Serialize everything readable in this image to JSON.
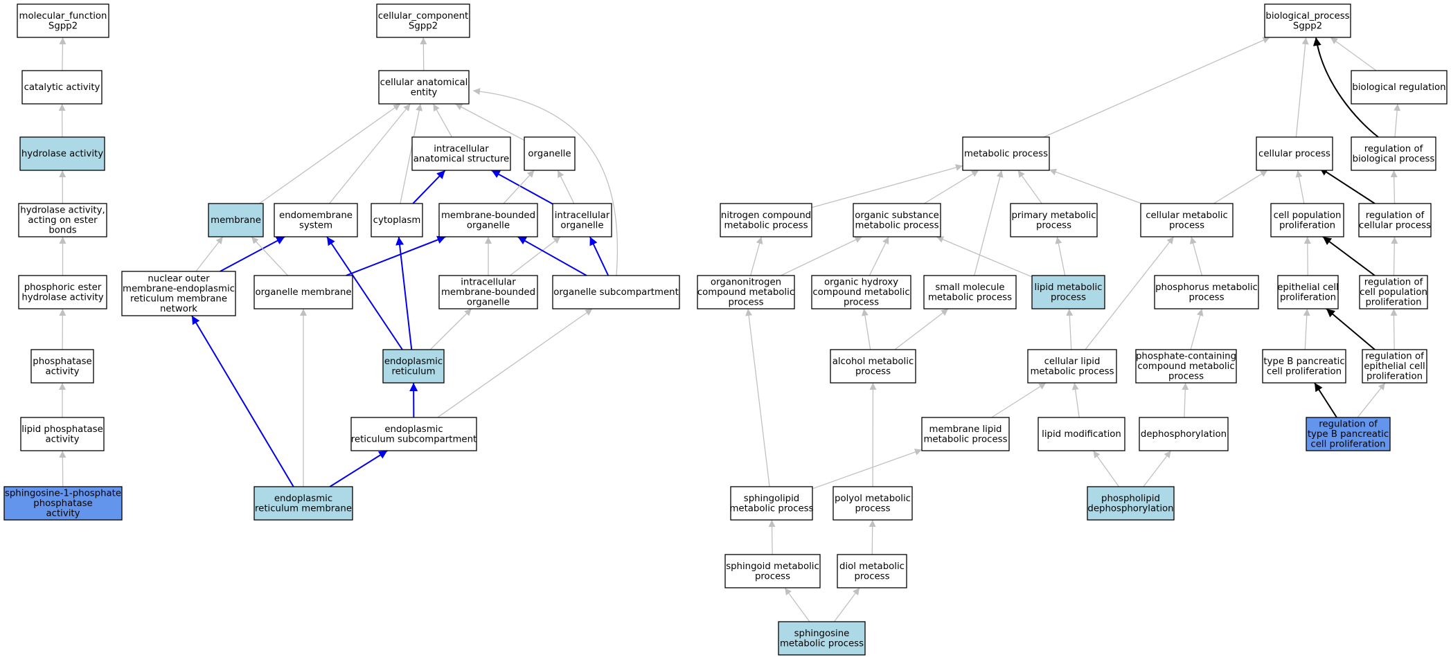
{
  "colors": {
    "edge_default": "#c0c0c0",
    "edge_blue": "#0000ee",
    "edge_black": "#000000",
    "fill_plain": "#ffffff",
    "fill_annotated": "#add8e6",
    "fill_query": "#6495ed"
  },
  "nodes": [
    {
      "id": "mf_root",
      "lines": [
        "molecular_function",
        "Sgpp2"
      ],
      "fill": "plain"
    },
    {
      "id": "catalytic",
      "lines": [
        "catalytic activity"
      ],
      "fill": "plain"
    },
    {
      "id": "hydrolase",
      "lines": [
        "hydrolase activity"
      ],
      "fill": "annotated"
    },
    {
      "id": "hydrolase_ester",
      "lines": [
        "hydrolase activity,",
        "acting on ester",
        "bonds"
      ],
      "fill": "plain"
    },
    {
      "id": "phosphoric_ester",
      "lines": [
        "phosphoric ester",
        "hydrolase activity"
      ],
      "fill": "plain"
    },
    {
      "id": "phosphatase",
      "lines": [
        "phosphatase",
        "activity"
      ],
      "fill": "plain"
    },
    {
      "id": "lipid_phosphatase",
      "lines": [
        "lipid phosphatase",
        "activity"
      ],
      "fill": "plain"
    },
    {
      "id": "s1p_phosphatase",
      "lines": [
        "sphingosine-1-phosphate",
        "phosphatase",
        "activity"
      ],
      "fill": "query"
    },
    {
      "id": "cc_root",
      "lines": [
        "cellular_component",
        "Sgpp2"
      ],
      "fill": "plain"
    },
    {
      "id": "cae",
      "lines": [
        "cellular anatomical",
        "entity"
      ],
      "fill": "plain"
    },
    {
      "id": "intracellular_as",
      "lines": [
        "intracellular",
        "anatomical structure"
      ],
      "fill": "plain"
    },
    {
      "id": "organelle",
      "lines": [
        "organelle"
      ],
      "fill": "plain"
    },
    {
      "id": "membrane",
      "lines": [
        "membrane"
      ],
      "fill": "annotated"
    },
    {
      "id": "endomembrane",
      "lines": [
        "endomembrane",
        "system"
      ],
      "fill": "plain"
    },
    {
      "id": "cytoplasm",
      "lines": [
        "cytoplasm"
      ],
      "fill": "plain"
    },
    {
      "id": "mb_organelle",
      "lines": [
        "membrane-bounded",
        "organelle"
      ],
      "fill": "plain"
    },
    {
      "id": "ic_organelle",
      "lines": [
        "intracellular",
        "organelle"
      ],
      "fill": "plain"
    },
    {
      "id": "nuclear_outer",
      "lines": [
        "nuclear outer",
        "membrane-endoplasmic",
        "reticulum membrane",
        "network"
      ],
      "fill": "plain"
    },
    {
      "id": "organelle_membrane",
      "lines": [
        "organelle membrane"
      ],
      "fill": "plain"
    },
    {
      "id": "ic_mb_organelle",
      "lines": [
        "intracellular",
        "membrane-bounded",
        "organelle"
      ],
      "fill": "plain"
    },
    {
      "id": "organelle_subcomp",
      "lines": [
        "organelle subcompartment"
      ],
      "fill": "plain"
    },
    {
      "id": "er",
      "lines": [
        "endoplasmic",
        "reticulum"
      ],
      "fill": "annotated"
    },
    {
      "id": "er_subcomp",
      "lines": [
        "endoplasmic",
        "reticulum subcompartment"
      ],
      "fill": "plain"
    },
    {
      "id": "er_membrane",
      "lines": [
        "endoplasmic",
        "reticulum membrane"
      ],
      "fill": "annotated"
    },
    {
      "id": "bp_root",
      "lines": [
        "biological_process",
        "Sgpp2"
      ],
      "fill": "plain"
    },
    {
      "id": "biological_regulation",
      "lines": [
        "biological regulation"
      ],
      "fill": "plain"
    },
    {
      "id": "metabolic",
      "lines": [
        "metabolic process"
      ],
      "fill": "plain"
    },
    {
      "id": "cellular_process",
      "lines": [
        "cellular process"
      ],
      "fill": "plain"
    },
    {
      "id": "reg_bio",
      "lines": [
        "regulation of",
        "biological process"
      ],
      "fill": "plain"
    },
    {
      "id": "nitrogen",
      "lines": [
        "nitrogen compound",
        "metabolic process"
      ],
      "fill": "plain"
    },
    {
      "id": "organic_substance",
      "lines": [
        "organic substance",
        "metabolic process"
      ],
      "fill": "plain"
    },
    {
      "id": "primary",
      "lines": [
        "primary metabolic",
        "process"
      ],
      "fill": "plain"
    },
    {
      "id": "cellular_metabolic",
      "lines": [
        "cellular metabolic",
        "process"
      ],
      "fill": "plain"
    },
    {
      "id": "cell_pop_prolif",
      "lines": [
        "cell population",
        "proliferation"
      ],
      "fill": "plain"
    },
    {
      "id": "reg_cellular",
      "lines": [
        "regulation of",
        "cellular process"
      ],
      "fill": "plain"
    },
    {
      "id": "organonitrogen",
      "lines": [
        "organonitrogen",
        "compound metabolic",
        "process"
      ],
      "fill": "plain"
    },
    {
      "id": "organic_hydroxy",
      "lines": [
        "organic hydroxy",
        "compound metabolic",
        "process"
      ],
      "fill": "plain"
    },
    {
      "id": "small_molecule",
      "lines": [
        "small molecule",
        "metabolic process"
      ],
      "fill": "plain"
    },
    {
      "id": "lipid_metabolic",
      "lines": [
        "lipid metabolic",
        "process"
      ],
      "fill": "annotated"
    },
    {
      "id": "phosphorus",
      "lines": [
        "phosphorus metabolic",
        "process"
      ],
      "fill": "plain"
    },
    {
      "id": "epithelial_prolif",
      "lines": [
        "epithelial cell",
        "proliferation"
      ],
      "fill": "plain"
    },
    {
      "id": "reg_cell_pop",
      "lines": [
        "regulation of",
        "cell population",
        "proliferation"
      ],
      "fill": "plain"
    },
    {
      "id": "alcohol",
      "lines": [
        "alcohol metabolic",
        "process"
      ],
      "fill": "plain"
    },
    {
      "id": "cellular_lipid",
      "lines": [
        "cellular lipid",
        "metabolic process"
      ],
      "fill": "plain"
    },
    {
      "id": "phosphate_containing",
      "lines": [
        "phosphate-containing",
        "compound metabolic",
        "process"
      ],
      "fill": "plain"
    },
    {
      "id": "typeb_prolif",
      "lines": [
        "type B pancreatic",
        "cell proliferation"
      ],
      "fill": "plain"
    },
    {
      "id": "reg_epithelial",
      "lines": [
        "regulation of",
        "epithelial cell",
        "proliferation"
      ],
      "fill": "plain"
    },
    {
      "id": "membrane_lipid",
      "lines": [
        "membrane lipid",
        "metabolic process"
      ],
      "fill": "plain"
    },
    {
      "id": "lipid_mod",
      "lines": [
        "lipid modification"
      ],
      "fill": "plain"
    },
    {
      "id": "dephosphorylation",
      "lines": [
        "dephosphorylation"
      ],
      "fill": "plain"
    },
    {
      "id": "reg_typeb",
      "lines": [
        "regulation of",
        "type B pancreatic",
        "cell proliferation"
      ],
      "fill": "query"
    },
    {
      "id": "sphingolipid",
      "lines": [
        "sphingolipid",
        "metabolic process"
      ],
      "fill": "plain"
    },
    {
      "id": "polyol",
      "lines": [
        "polyol metabolic",
        "process"
      ],
      "fill": "plain"
    },
    {
      "id": "phospholipid_dephos",
      "lines": [
        "phospholipid",
        "dephosphorylation"
      ],
      "fill": "annotated"
    },
    {
      "id": "sphingoid",
      "lines": [
        "sphingoid metabolic",
        "process"
      ],
      "fill": "plain"
    },
    {
      "id": "diol",
      "lines": [
        "diol metabolic",
        "process"
      ],
      "fill": "plain"
    },
    {
      "id": "sphingosine",
      "lines": [
        "sphingosine",
        "metabolic process"
      ],
      "fill": "annotated"
    }
  ],
  "edges": [
    {
      "from": "catalytic",
      "to": "mf_root",
      "color": "default"
    },
    {
      "from": "hydrolase",
      "to": "catalytic",
      "color": "default"
    },
    {
      "from": "hydrolase_ester",
      "to": "hydrolase",
      "color": "default"
    },
    {
      "from": "phosphoric_ester",
      "to": "hydrolase_ester",
      "color": "default"
    },
    {
      "from": "phosphatase",
      "to": "phosphoric_ester",
      "color": "default"
    },
    {
      "from": "lipid_phosphatase",
      "to": "phosphatase",
      "color": "default"
    },
    {
      "from": "s1p_phosphatase",
      "to": "lipid_phosphatase",
      "color": "default"
    },
    {
      "from": "cae",
      "to": "cc_root",
      "color": "default"
    },
    {
      "from": "membrane",
      "to": "cae",
      "color": "default"
    },
    {
      "from": "endomembrane",
      "to": "cae",
      "color": "default"
    },
    {
      "from": "cytoplasm",
      "to": "cae",
      "color": "default"
    },
    {
      "from": "intracellular_as",
      "to": "cae",
      "color": "default"
    },
    {
      "from": "organelle",
      "to": "cae",
      "color": "default"
    },
    {
      "from": "organelle_subcomp",
      "to": "cae",
      "color": "default"
    },
    {
      "from": "cytoplasm",
      "to": "intracellular_as",
      "color": "blue"
    },
    {
      "from": "ic_organelle",
      "to": "intracellular_as",
      "color": "blue"
    },
    {
      "from": "mb_organelle",
      "to": "organelle",
      "color": "default"
    },
    {
      "from": "ic_organelle",
      "to": "organelle",
      "color": "default"
    },
    {
      "from": "nuclear_outer",
      "to": "membrane",
      "color": "default"
    },
    {
      "from": "nuclear_outer",
      "to": "endomembrane",
      "color": "blue"
    },
    {
      "from": "organelle_membrane",
      "to": "membrane",
      "color": "default"
    },
    {
      "from": "organelle_membrane",
      "to": "mb_organelle",
      "color": "blue"
    },
    {
      "from": "ic_mb_organelle",
      "to": "mb_organelle",
      "color": "default"
    },
    {
      "from": "ic_mb_organelle",
      "to": "ic_organelle",
      "color": "default"
    },
    {
      "from": "organelle_subcomp",
      "to": "mb_organelle",
      "color": "blue"
    },
    {
      "from": "organelle_subcomp",
      "to": "ic_organelle",
      "color": "blue"
    },
    {
      "from": "er",
      "to": "endomembrane",
      "color": "blue"
    },
    {
      "from": "er",
      "to": "cytoplasm",
      "color": "blue"
    },
    {
      "from": "er",
      "to": "ic_mb_organelle",
      "color": "default"
    },
    {
      "from": "er_subcomp",
      "to": "er",
      "color": "blue"
    },
    {
      "from": "er_subcomp",
      "to": "organelle_subcomp",
      "color": "default"
    },
    {
      "from": "er_membrane",
      "to": "nuclear_outer",
      "color": "blue"
    },
    {
      "from": "er_membrane",
      "to": "organelle_membrane",
      "color": "default"
    },
    {
      "from": "er_membrane",
      "to": "er_subcomp",
      "color": "blue"
    },
    {
      "from": "metabolic",
      "to": "bp_root",
      "color": "default"
    },
    {
      "from": "cellular_process",
      "to": "bp_root",
      "color": "default"
    },
    {
      "from": "biological_regulation",
      "to": "bp_root",
      "color": "default"
    },
    {
      "from": "reg_bio",
      "to": "bp_root",
      "color": "black"
    },
    {
      "from": "reg_bio",
      "to": "biological_regulation",
      "color": "default"
    },
    {
      "from": "nitrogen",
      "to": "metabolic",
      "color": "default"
    },
    {
      "from": "organic_substance",
      "to": "metabolic",
      "color": "default"
    },
    {
      "from": "primary",
      "to": "metabolic",
      "color": "default"
    },
    {
      "from": "cellular_metabolic",
      "to": "metabolic",
      "color": "default"
    },
    {
      "from": "small_molecule",
      "to": "metabolic",
      "color": "default"
    },
    {
      "from": "cellular_metabolic",
      "to": "cellular_process",
      "color": "default"
    },
    {
      "from": "cell_pop_prolif",
      "to": "cellular_process",
      "color": "default"
    },
    {
      "from": "reg_cellular",
      "to": "cellular_process",
      "color": "black"
    },
    {
      "from": "reg_cellular",
      "to": "reg_bio",
      "color": "default"
    },
    {
      "from": "organonitrogen",
      "to": "nitrogen",
      "color": "default"
    },
    {
      "from": "organonitrogen",
      "to": "organic_substance",
      "color": "default"
    },
    {
      "from": "organic_hydroxy",
      "to": "organic_substance",
      "color": "default"
    },
    {
      "from": "lipid_metabolic",
      "to": "organic_substance",
      "color": "default"
    },
    {
      "from": "lipid_metabolic",
      "to": "primary",
      "color": "default"
    },
    {
      "from": "phosphorus",
      "to": "cellular_metabolic",
      "color": "default"
    },
    {
      "from": "cellular_lipid",
      "to": "cellular_metabolic",
      "color": "default"
    },
    {
      "from": "epithelial_prolif",
      "to": "cell_pop_prolif",
      "color": "default"
    },
    {
      "from": "reg_cell_pop",
      "to": "cell_pop_prolif",
      "color": "black"
    },
    {
      "from": "reg_cell_pop",
      "to": "reg_cellular",
      "color": "default"
    },
    {
      "from": "alcohol",
      "to": "organic_hydroxy",
      "color": "default"
    },
    {
      "from": "alcohol",
      "to": "small_molecule",
      "color": "default"
    },
    {
      "from": "cellular_lipid",
      "to": "lipid_metabolic",
      "color": "default"
    },
    {
      "from": "phosphate_containing",
      "to": "phosphorus",
      "color": "default"
    },
    {
      "from": "typeb_prolif",
      "to": "epithelial_prolif",
      "color": "default"
    },
    {
      "from": "reg_epithelial",
      "to": "epithelial_prolif",
      "color": "black"
    },
    {
      "from": "reg_epithelial",
      "to": "reg_cell_pop",
      "color": "default"
    },
    {
      "from": "membrane_lipid",
      "to": "cellular_lipid",
      "color": "default"
    },
    {
      "from": "lipid_mod",
      "to": "cellular_lipid",
      "color": "default"
    },
    {
      "from": "dephosphorylation",
      "to": "phosphate_containing",
      "color": "default"
    },
    {
      "from": "reg_typeb",
      "to": "typeb_prolif",
      "color": "black"
    },
    {
      "from": "reg_typeb",
      "to": "reg_epithelial",
      "color": "default"
    },
    {
      "from": "sphingolipid",
      "to": "organonitrogen",
      "color": "default"
    },
    {
      "from": "sphingolipid",
      "to": "membrane_lipid",
      "color": "default"
    },
    {
      "from": "polyol",
      "to": "alcohol",
      "color": "default"
    },
    {
      "from": "phospholipid_dephos",
      "to": "lipid_mod",
      "color": "default"
    },
    {
      "from": "phospholipid_dephos",
      "to": "dephosphorylation",
      "color": "default"
    },
    {
      "from": "sphingoid",
      "to": "sphingolipid",
      "color": "default"
    },
    {
      "from": "diol",
      "to": "polyol",
      "color": "default"
    },
    {
      "from": "sphingosine",
      "to": "sphingoid",
      "color": "default"
    },
    {
      "from": "sphingosine",
      "to": "diol",
      "color": "default"
    }
  ]
}
